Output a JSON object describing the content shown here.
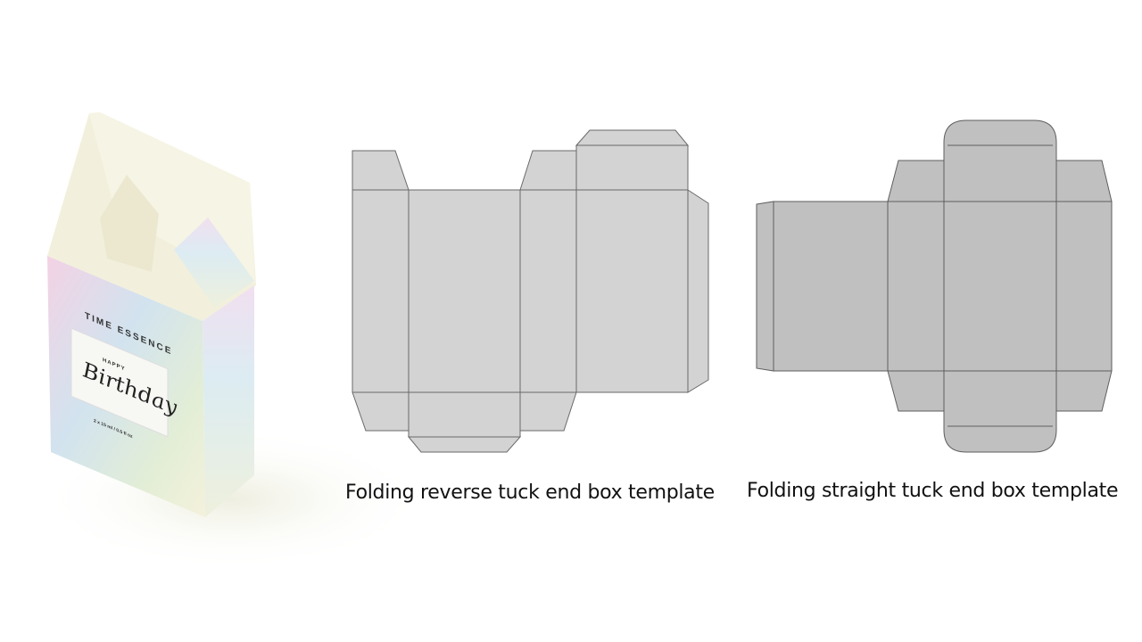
{
  "product_photo": {
    "brand": "TIME ESSENCE",
    "label_small": "HAPPY",
    "label_script": "Birthday",
    "volume": "2 x 15 ml / 0.5 fl oz",
    "colors": {
      "inside": "#f2f0dc",
      "iridescent_pink": "#f3d6e6",
      "iridescent_blue": "#d3e6ef",
      "iridescent_green": "#e4efd8"
    }
  },
  "templates": [
    {
      "caption": "Folding reverse tuck end box template",
      "fill": "#d3d3d3",
      "stroke": "#6a6a6a"
    },
    {
      "caption": "Folding straight tuck end box template",
      "fill": "#c0c0c0",
      "stroke": "#5e5e5e"
    }
  ]
}
